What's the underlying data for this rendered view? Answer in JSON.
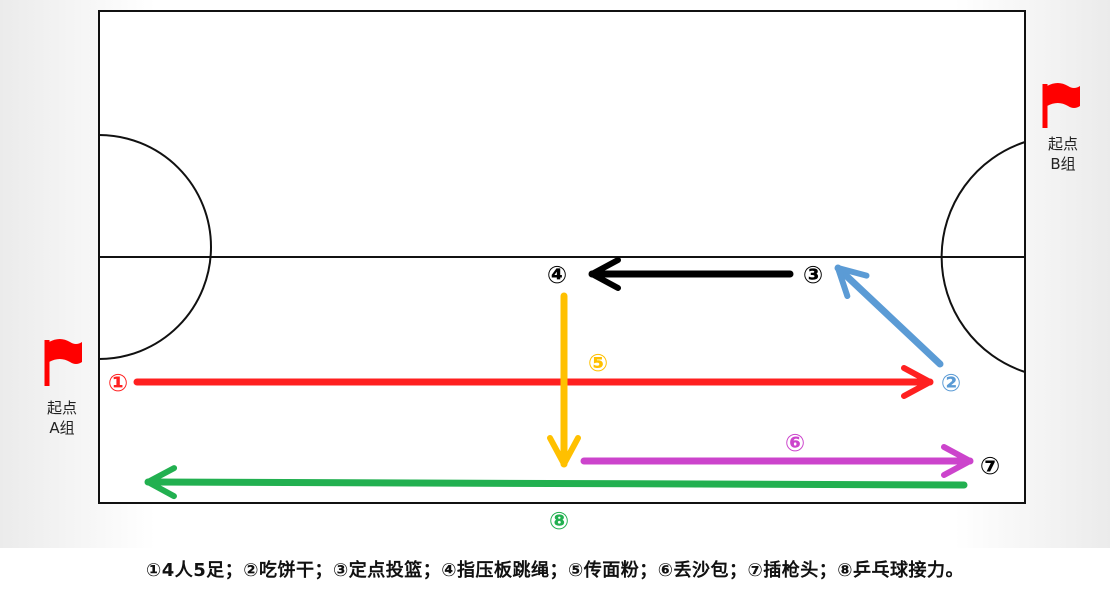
{
  "flags": {
    "a": {
      "line1": "起点",
      "line2": "A组"
    },
    "b": {
      "line1": "起点",
      "line2": "B组"
    }
  },
  "stations": {
    "s1": {
      "label": "①",
      "color": "#ff2020"
    },
    "s2": {
      "label": "②",
      "color": "#5b9bd5"
    },
    "s3": {
      "label": "③",
      "color": "#000000"
    },
    "s4": {
      "label": "④",
      "color": "#000000"
    },
    "s5": {
      "label": "⑤",
      "color": "#ffc000"
    },
    "s6": {
      "label": "⑥",
      "color": "#cc44cc"
    },
    "s7": {
      "label": "⑦",
      "color": "#000000"
    },
    "s8": {
      "label": "⑧",
      "color": "#22b050"
    }
  },
  "colors": {
    "red": "#ff2020",
    "blue": "#5b9bd5",
    "black": "#000000",
    "yellow": "#ffc000",
    "purple": "#cc44cc",
    "green": "#22b050",
    "flag": "#ff0000"
  },
  "legend": "①4人5足；②吃饼干；③定点投篮；④指压板跳绳；⑤传面粉；⑥丢沙包；⑦插枪头；⑧乒乓球接力。"
}
